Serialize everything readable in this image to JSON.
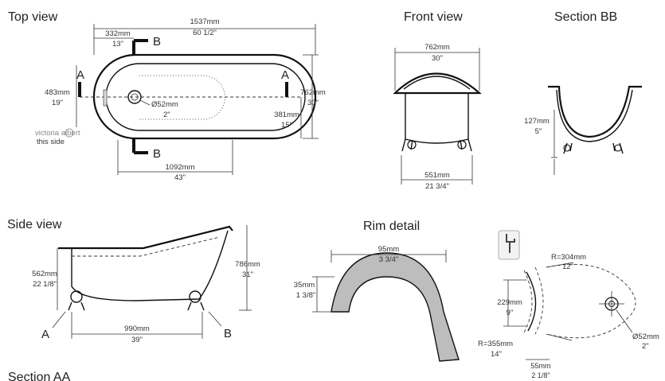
{
  "titles": {
    "top_view": "Top view",
    "front_view": "Front view",
    "section_bb": "Section BB",
    "side_view": "Side view",
    "rim_detail": "Rim detail",
    "section_aa": "Section AA"
  },
  "top_view": {
    "overall_length_mm": "1537mm",
    "overall_length_in": "60 1/2\"",
    "offset_mm": "332mm",
    "offset_in": "13\"",
    "width_mm": "762mm",
    "width_in": "30\"",
    "end_mm": "483mm",
    "end_in": "19\"",
    "inner_mm": "381mm",
    "inner_in": "15\"",
    "waste_mm": "Ø52mm",
    "waste_in": "2\"",
    "base_mm": "1092mm",
    "base_in": "43\"",
    "brand": "victoria albert",
    "note": "this side",
    "marker_a": "A",
    "marker_b": "B"
  },
  "front_view": {
    "width_mm": "762mm",
    "width_in": "30\"",
    "feet_mm": "551mm",
    "feet_in": "21 3/4\""
  },
  "section_bb": {
    "height_mm": "127mm",
    "height_in": "5\""
  },
  "side_view": {
    "height_mm": "562mm",
    "height_in": "22 1/8\"",
    "total_mm": "786mm",
    "total_in": "31\"",
    "feet_mm": "990mm",
    "feet_in": "39\"",
    "marker_a": "A",
    "marker_b": "B"
  },
  "rim_detail": {
    "width_mm": "95mm",
    "width_in": "3 3/4\"",
    "height_mm": "35mm",
    "height_in": "1 3/8\""
  },
  "waste_detail": {
    "r1_mm": "R=304mm",
    "r1_in": "12\"",
    "span_mm": "229mm",
    "span_in": "9\"",
    "r2_mm": "R=355mm",
    "r2_in": "14\"",
    "gap_mm": "55mm",
    "gap_in": "2 1/8\"",
    "waste_mm": "Ø52mm",
    "waste_in": "2\""
  }
}
